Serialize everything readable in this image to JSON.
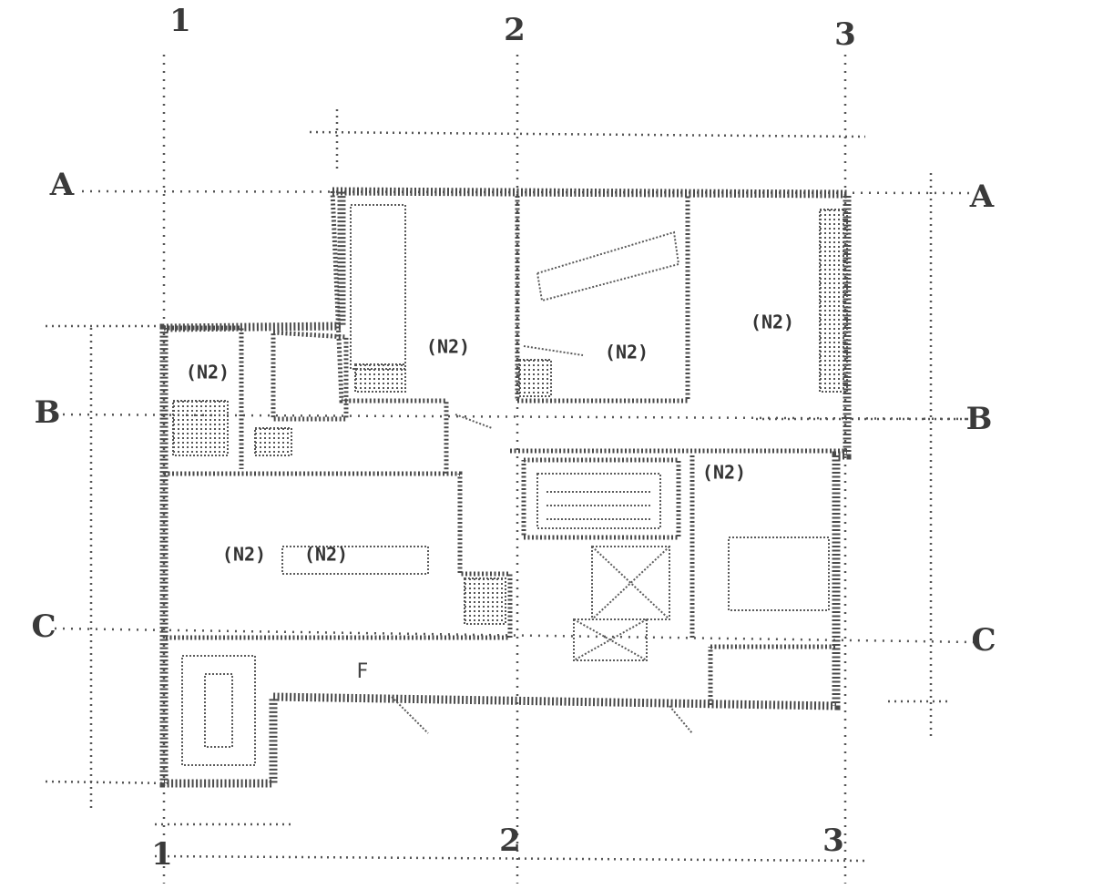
{
  "axes_top": [
    "1",
    "2",
    "3"
  ],
  "axes_bottom": [
    "1",
    "2",
    "3"
  ],
  "axes_left": [
    "A",
    "B",
    "C"
  ],
  "axes_right": [
    "A",
    "B",
    "C"
  ],
  "room_labels": [
    "(N2)",
    "(N2)",
    "(N2)",
    "(N2)",
    "(N2)",
    "(N2)",
    "(N2)"
  ],
  "misc_mark": "F"
}
